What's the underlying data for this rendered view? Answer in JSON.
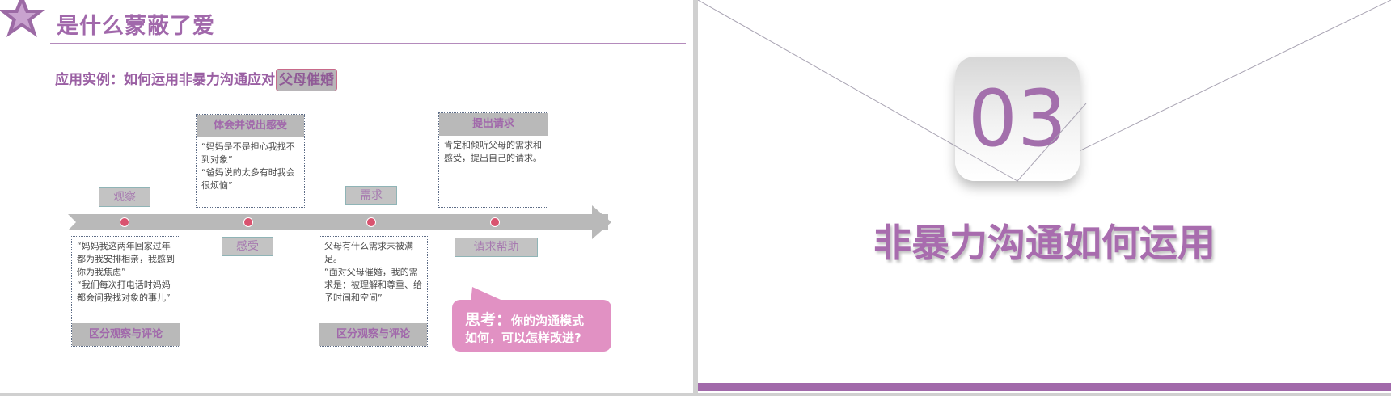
{
  "left_slide": {
    "title": "是什么蒙蔽了爱",
    "subtitle_prefix": "应用实例：如何运用非暴力沟通应对",
    "subtitle_highlight": "父母催婚",
    "timeline_labels": {
      "observe": "观察",
      "feel": "感受",
      "need": "需求",
      "request_help": "请求帮助"
    },
    "cards": {
      "observe": {
        "lines": [
          "“妈妈我这两年回家过年",
          "都为我安排相亲，我感到",
          "你为我焦虑”",
          "“我们每次打电话时妈妈",
          "都会问我找对象的事儿”"
        ],
        "footer": "区分观察与评论"
      },
      "feel": {
        "header": "体会并说出感受",
        "lines": [
          "“妈妈是不是担心我找不",
          "到对象”",
          "“爸妈说的太多有时我会",
          "很烦恼”"
        ]
      },
      "need": {
        "lines": [
          "父母有什么需求未被满足。",
          "“面对父母催婚，我的需",
          "求是：被理解和尊重、给",
          "予时间和空间”"
        ],
        "footer": "区分观察与评论"
      },
      "request": {
        "header": "提出请求",
        "lines": [
          "肯定和倾听父母的需求和",
          "感受，提出自己的请求。"
        ]
      }
    },
    "think": {
      "label": "思考：",
      "line1_rest": "你的沟通模式",
      "line2": "如何，可以怎样改进?"
    }
  },
  "right_slide": {
    "number": "03",
    "title": "非暴力沟通如何运用"
  },
  "colors": {
    "accent_purple": "#a168ab",
    "bubble_pink": "#e191c3",
    "dot_red": "#d9536f",
    "gray_band": "#b9b9b9"
  }
}
